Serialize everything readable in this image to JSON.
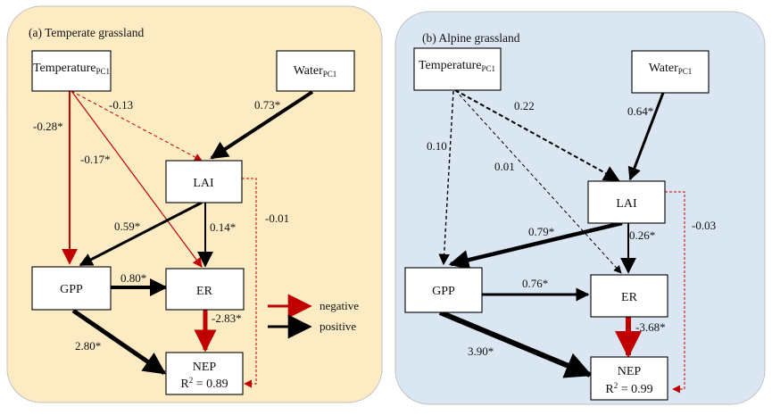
{
  "colors": {
    "temperate_bg": "#fdebc4",
    "alpine_bg": "#dbe6f3",
    "negative": "#c00000",
    "positive": "#000000"
  },
  "panels": [
    {
      "id": "a",
      "title": "(a) Temperate grassland",
      "nodes": {
        "temperature": {
          "label": "Temperature",
          "sub": "PC1"
        },
        "water": {
          "label": "Water",
          "sub": "PC1"
        },
        "lai": {
          "label": "LAI"
        },
        "gpp": {
          "label": "GPP"
        },
        "er": {
          "label": "ER"
        },
        "nep": {
          "label": "NEP",
          "r2_prefix": "R",
          "r2_sup": "2",
          "r2_value": " = 0.89"
        }
      },
      "paths": [
        {
          "from": "temperature",
          "to": "gpp",
          "coef": "-0.28*",
          "sign": "negative",
          "significant": true
        },
        {
          "from": "temperature",
          "to": "lai",
          "coef": "-0.13",
          "sign": "negative",
          "significant": false
        },
        {
          "from": "temperature",
          "to": "er",
          "coef": "-0.17*",
          "sign": "negative",
          "significant": true
        },
        {
          "from": "water",
          "to": "lai",
          "coef": "0.73*",
          "sign": "positive",
          "significant": true
        },
        {
          "from": "lai",
          "to": "gpp",
          "coef": "0.59*",
          "sign": "positive",
          "significant": true
        },
        {
          "from": "lai",
          "to": "er",
          "coef": "0.14*",
          "sign": "positive",
          "significant": true
        },
        {
          "from": "lai",
          "to": "nep",
          "coef": "-0.01",
          "sign": "negative",
          "significant": false
        },
        {
          "from": "gpp",
          "to": "er",
          "coef": "0.80*",
          "sign": "positive",
          "significant": true
        },
        {
          "from": "er",
          "to": "nep",
          "coef": "-2.83*",
          "sign": "negative",
          "significant": true
        },
        {
          "from": "gpp",
          "to": "nep",
          "coef": "2.80*",
          "sign": "positive",
          "significant": true
        }
      ]
    },
    {
      "id": "b",
      "title": "(b) Alpine grassland",
      "nodes": {
        "temperature": {
          "label": "Temperature",
          "sub": "PC1"
        },
        "water": {
          "label": "Water",
          "sub": "PC1"
        },
        "lai": {
          "label": "LAI"
        },
        "gpp": {
          "label": "GPP"
        },
        "er": {
          "label": "ER"
        },
        "nep": {
          "label": "NEP",
          "r2_prefix": "R",
          "r2_sup": "2",
          "r2_value": " = 0.99"
        }
      },
      "paths": [
        {
          "from": "temperature",
          "to": "gpp",
          "coef": "0.10",
          "sign": "positive",
          "significant": false
        },
        {
          "from": "temperature",
          "to": "lai",
          "coef": "0.22",
          "sign": "positive",
          "significant": false
        },
        {
          "from": "temperature",
          "to": "er",
          "coef": "0.01",
          "sign": "positive",
          "significant": false
        },
        {
          "from": "water",
          "to": "lai",
          "coef": "0.64*",
          "sign": "positive",
          "significant": true
        },
        {
          "from": "lai",
          "to": "gpp",
          "coef": "0.79*",
          "sign": "positive",
          "significant": true
        },
        {
          "from": "lai",
          "to": "er",
          "coef": "0.26*",
          "sign": "positive",
          "significant": true
        },
        {
          "from": "lai",
          "to": "nep",
          "coef": "-0.03",
          "sign": "negative",
          "significant": false
        },
        {
          "from": "gpp",
          "to": "er",
          "coef": "0.76*",
          "sign": "positive",
          "significant": true
        },
        {
          "from": "er",
          "to": "nep",
          "coef": "-3.68*",
          "sign": "negative",
          "significant": true
        },
        {
          "from": "gpp",
          "to": "nep",
          "coef": "3.90*",
          "sign": "positive",
          "significant": true
        }
      ]
    }
  ],
  "legend": {
    "negative": "negative",
    "positive": "positive"
  }
}
